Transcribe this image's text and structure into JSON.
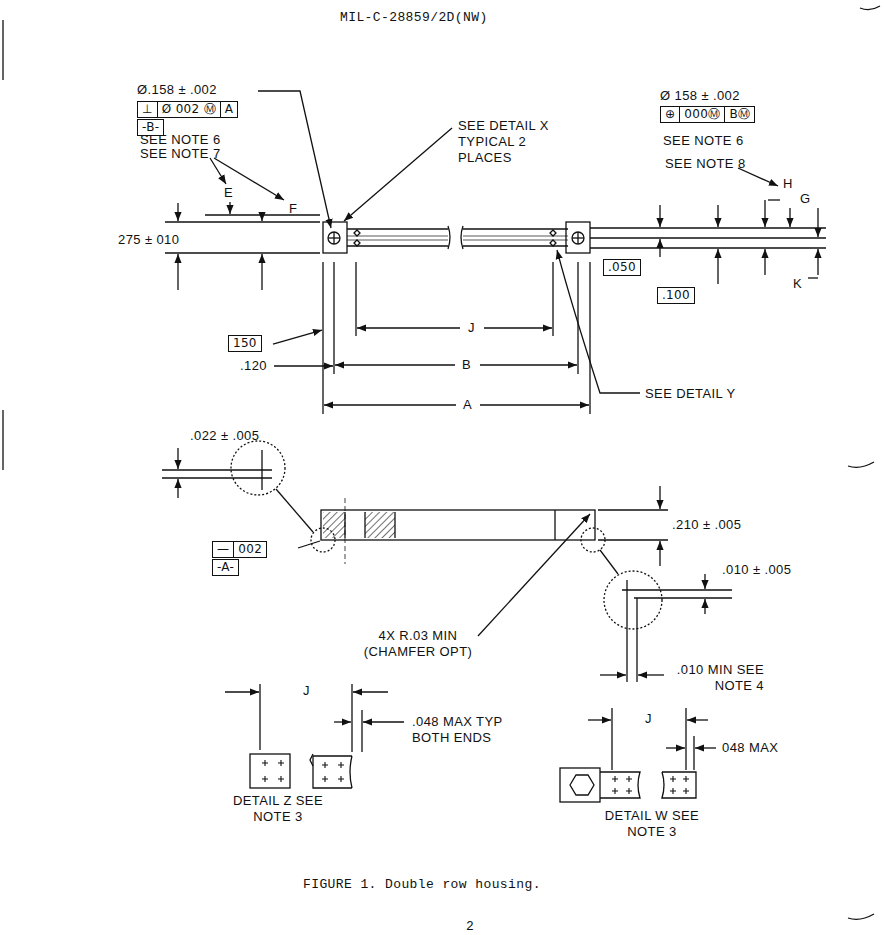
{
  "diagram": {
    "caption": "FIGURE 1. Double row housing.",
    "nodes": [
      {
        "text": [
          "⊥",
          "Ø 002 Ⓜ",
          "A"
        ]
      },
      {
        "text": [
          "-B-"
        ]
      },
      {
        "text": [
          "⊕",
          "000Ⓜ",
          "BⓂ"
        ]
      },
      {
        "text": [
          ".050"
        ]
      },
      {
        "text": [
          ".100"
        ]
      },
      {
        "text": [
          "150"
        ]
      },
      {
        "text": [
          "—",
          "002"
        ]
      },
      {
        "text": [
          "-A-"
        ]
      }
    ],
    "edges": [],
    "labels": [
      "MIL-C-28859/2D(NW)",
      "Ø.158 ± .002",
      "SEE NOTE 6",
      "SEE NOTE 7",
      "E",
      "F",
      "275 ± 010",
      "SEE DETAIL X TYPICAL 2 PLACES",
      "Ø 158 ± .002",
      "SEE NOTE 6",
      "SEE NOTE 8",
      "H",
      "G",
      "K",
      ".120",
      "J",
      "B",
      "A",
      "SEE DETAIL Y",
      ".022 ± .005",
      ".210 ± .005",
      ".010 ± .005",
      "4X R.03 MIN (CHAMFER OPT)",
      ".010 MIN SEE NOTE 4",
      "J",
      ".048 MAX TYP BOTH ENDS",
      "DETAIL Z SEE NOTE 3",
      "J",
      "048 MAX",
      "DETAIL W SEE NOTE 3",
      "2"
    ]
  }
}
